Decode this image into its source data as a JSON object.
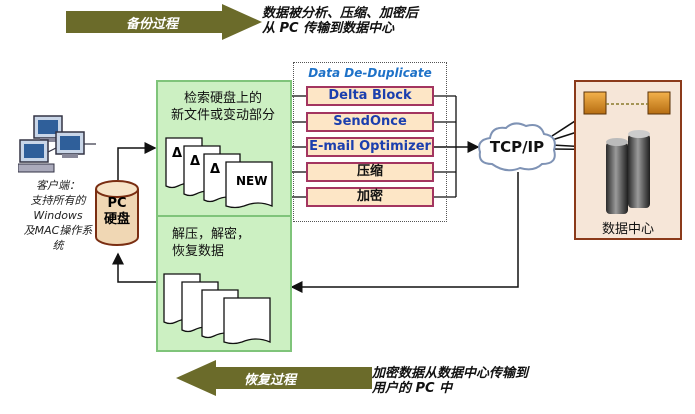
{
  "backup": {
    "arrow_label": "备份过程",
    "note_line1": "数据被分析、压缩、加密后",
    "note_line2": "从 PC 传输到数据中心"
  },
  "restore": {
    "arrow_label": "恢复过程",
    "note_line1": "加密数据从数据中心传输到",
    "note_line2": "用户的 PC 中"
  },
  "client": {
    "line1": "客户端：",
    "line2": "支持所有的",
    "line3": "Windows",
    "line4": "及MAC操作系",
    "line5": "统"
  },
  "pc_drive": {
    "line1": "PC",
    "line2": "硬盘"
  },
  "scan_panel": {
    "line1": "检索硬盘上的",
    "line2": "新文件或变动部分",
    "delta_symbol": "Δ",
    "new_label": "NEW"
  },
  "restore_panel": {
    "line1": "解压，解密，",
    "line2": "恢复数据"
  },
  "dedup": {
    "title": "Data De-Duplicate",
    "modules": [
      "Delta Block",
      "SendOnce",
      "E-mail Optimizer",
      "压缩",
      "加密"
    ]
  },
  "network": {
    "label": "TCP/IP"
  },
  "datacenter": {
    "label": "数据中心"
  },
  "colors": {
    "arrow": "#6b6b2a",
    "panel_fill": "#ccf0c2",
    "panel_border": "#7fc47a",
    "module_fill": "#fde6c6",
    "module_border": "#a33560",
    "dedup_title": "#1e72c8",
    "datacenter_fill": "#f6e6d8",
    "datacenter_border": "#8b3a1a"
  }
}
